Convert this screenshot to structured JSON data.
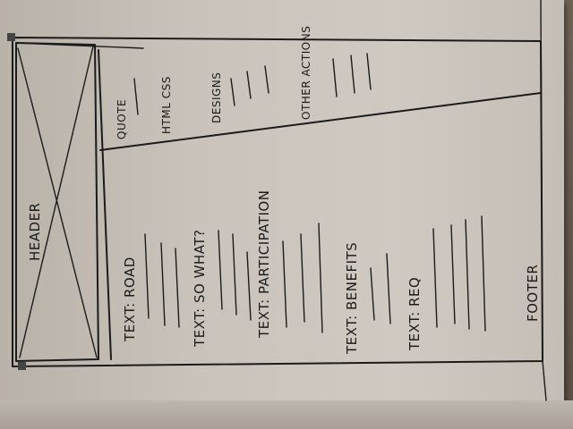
{
  "wireframe": {
    "header_label": "HEADER",
    "footer_label": "FOOTER",
    "sidebar": {
      "items": [
        {
          "label": "QUOTE"
        },
        {
          "label": "HTML CSS"
        },
        {
          "label": "DESIGNS"
        },
        {
          "label": "OTHER ACTIONS"
        }
      ]
    },
    "main": {
      "sections": [
        {
          "label": "TEXT: ROAD"
        },
        {
          "label": "TEXT: SO WHAT?"
        },
        {
          "label": "TEXT: PARTICIPATION"
        },
        {
          "label": "TEXT: BENEFITS"
        },
        {
          "label": "TEXT: REQ"
        }
      ]
    }
  }
}
